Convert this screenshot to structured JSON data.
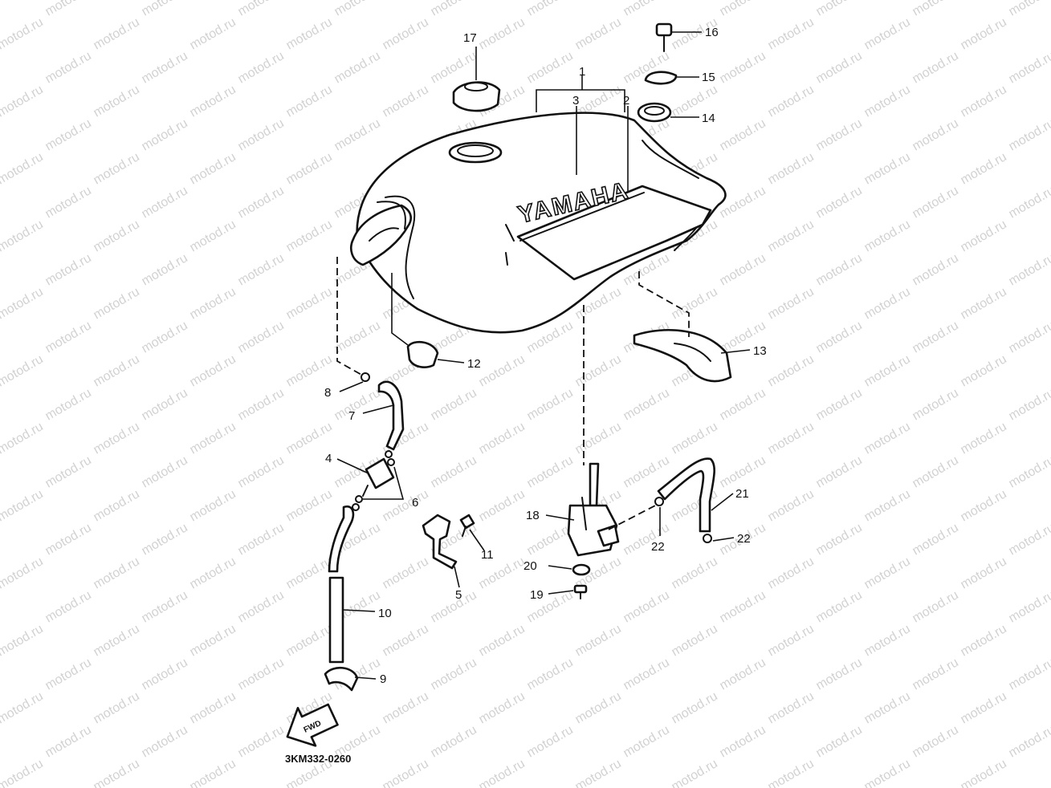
{
  "watermark": "motod.ru",
  "brand_text": "YAMAHA",
  "fwd_text": "FWD",
  "diagram_code": "3KM332-0260",
  "callouts": {
    "c1": "1",
    "c2": "2",
    "c3": "3",
    "c4": "4",
    "c5": "5",
    "c6": "6",
    "c7": "7",
    "c8": "8",
    "c9": "9",
    "c10": "10",
    "c11": "11",
    "c12": "12",
    "c13": "13",
    "c14": "14",
    "c15": "15",
    "c16": "16",
    "c17": "17",
    "c18": "18",
    "c19": "19",
    "c20": "20",
    "c21": "21",
    "c22a": "22",
    "c22b": "22"
  }
}
